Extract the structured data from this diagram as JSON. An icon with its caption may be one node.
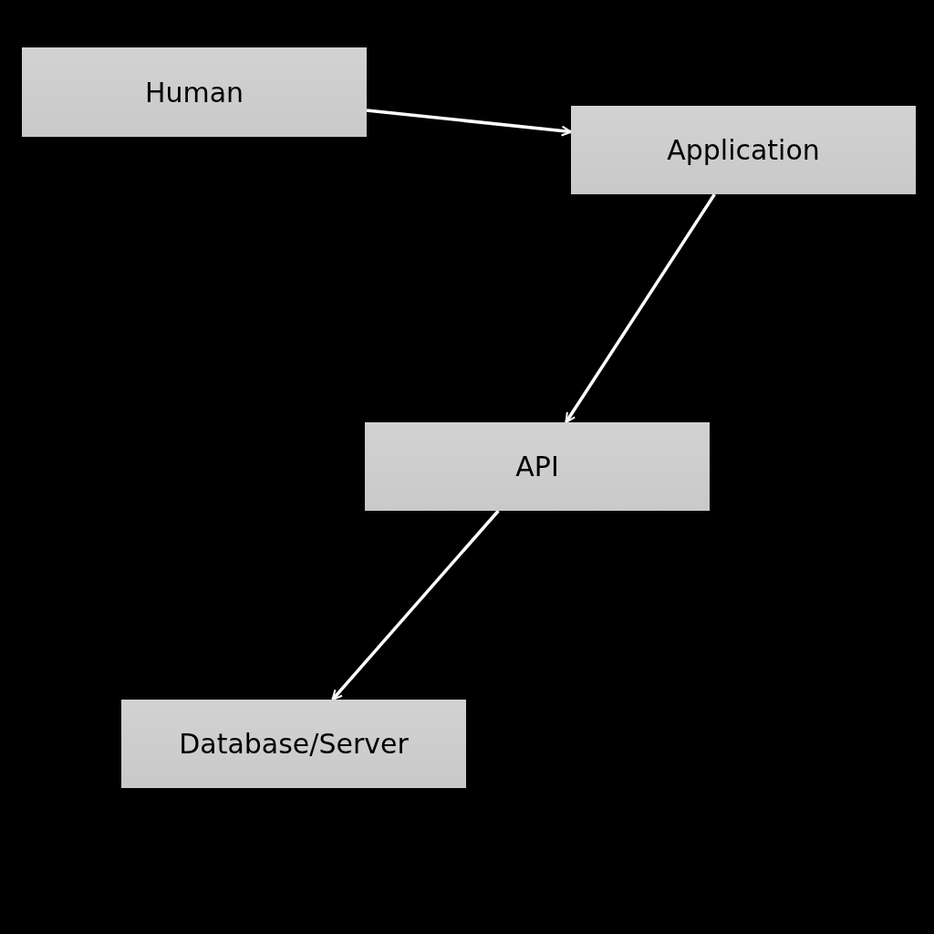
{
  "diagram": {
    "nodes": [
      {
        "text": [
          "Human"
        ]
      },
      {
        "text": [
          "Application"
        ]
      },
      {
        "text": [
          "API"
        ]
      },
      {
        "text": [
          "Database/Server"
        ]
      }
    ],
    "edges": [
      {
        "from": 0,
        "to": 1,
        "arrow": "to"
      },
      {
        "from": 1,
        "to": 2,
        "arrow": "to"
      },
      {
        "from": 2,
        "to": 3,
        "arrow": "to"
      }
    ]
  }
}
